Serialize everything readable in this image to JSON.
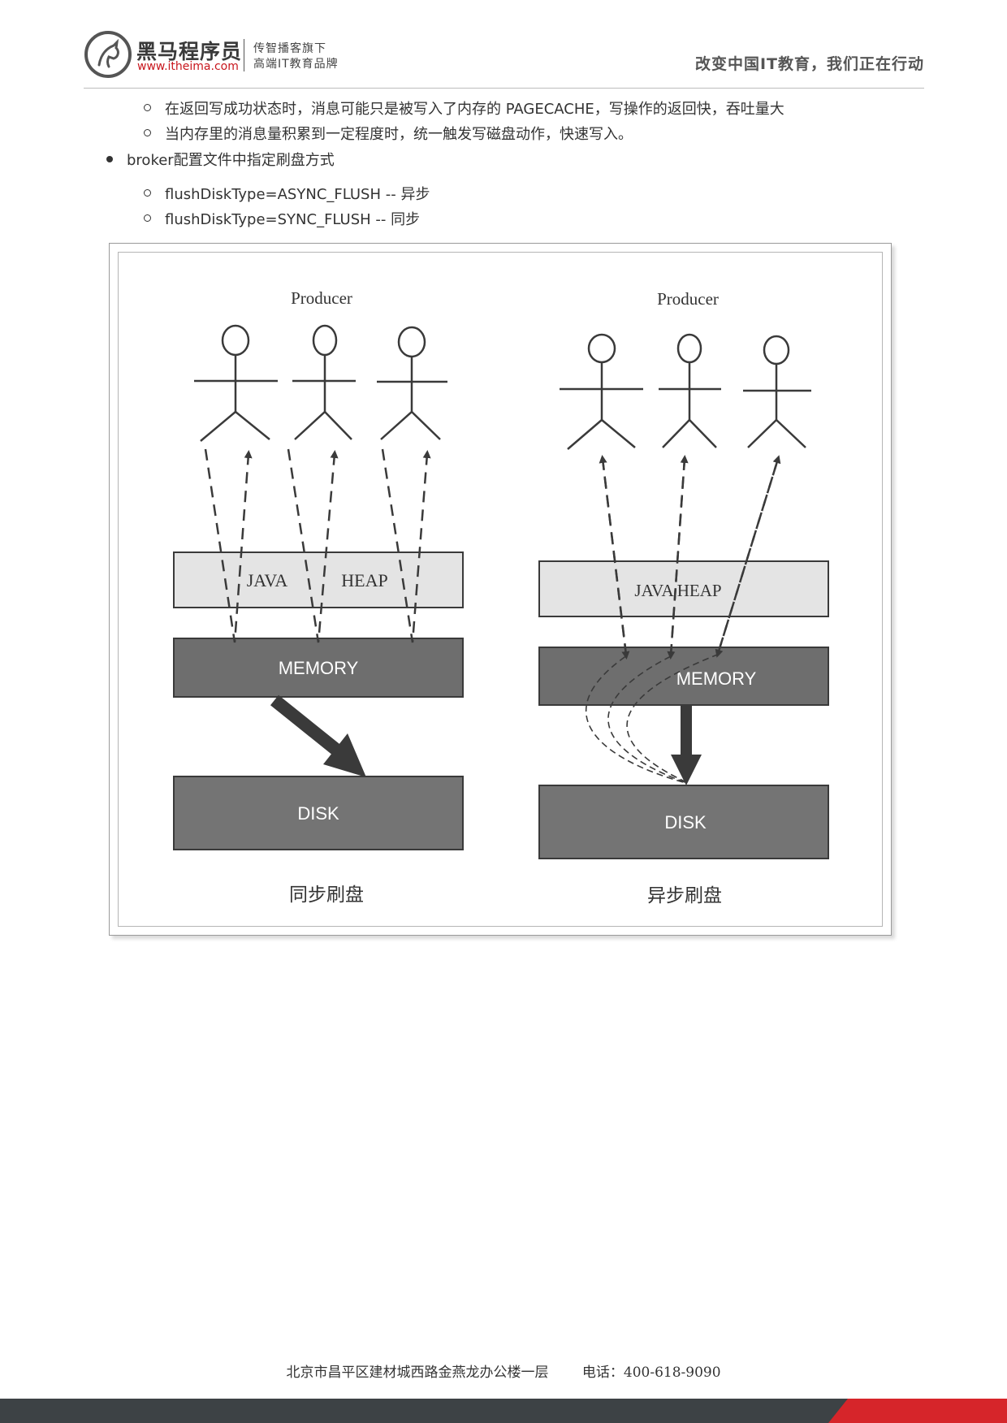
{
  "header": {
    "brand_cn": "黑马程序员",
    "brand_url": "www.itheima.com",
    "brand_sub1": "传智播客旗下",
    "brand_sub2": "高端IT教育品牌",
    "slogan": "改变中国IT教育，我们正在行动"
  },
  "content": {
    "sub_items_1": [
      "在返回写成功状态时，消息可能只是被写入了内存的 PAGECACHE，写操作的返回快，吞吐量大",
      "当内存里的消息量积累到一定程度时，统一触发写磁盘动作，快速写入。"
    ],
    "item_2": "broker配置文件中指定刷盘方式",
    "sub_items_2": [
      "flushDiskType=ASYNC_FLUSH -- 异步",
      "flushDiskType=SYNC_FLUSH -- 同步"
    ]
  },
  "diagram": {
    "left": {
      "producer": "Producer",
      "heap_label_1": "JAVA",
      "heap_label_2": "HEAP",
      "memory": "MEMORY",
      "disk": "DISK",
      "caption": "同步刷盘"
    },
    "right": {
      "producer": "Producer",
      "heap_label": "JAVA HEAP",
      "memory": "MEMORY",
      "disk": "DISK",
      "caption": "异步刷盘"
    },
    "colors": {
      "heap_fill": "#e4e4e4",
      "memory_fill": "#6e6e6e",
      "disk_fill": "#747474",
      "stroke": "#3a3a3a"
    }
  },
  "footer": {
    "address": "北京市昌平区建材城西路金燕龙办公楼一层",
    "phone": "电话：400-618-9090"
  }
}
